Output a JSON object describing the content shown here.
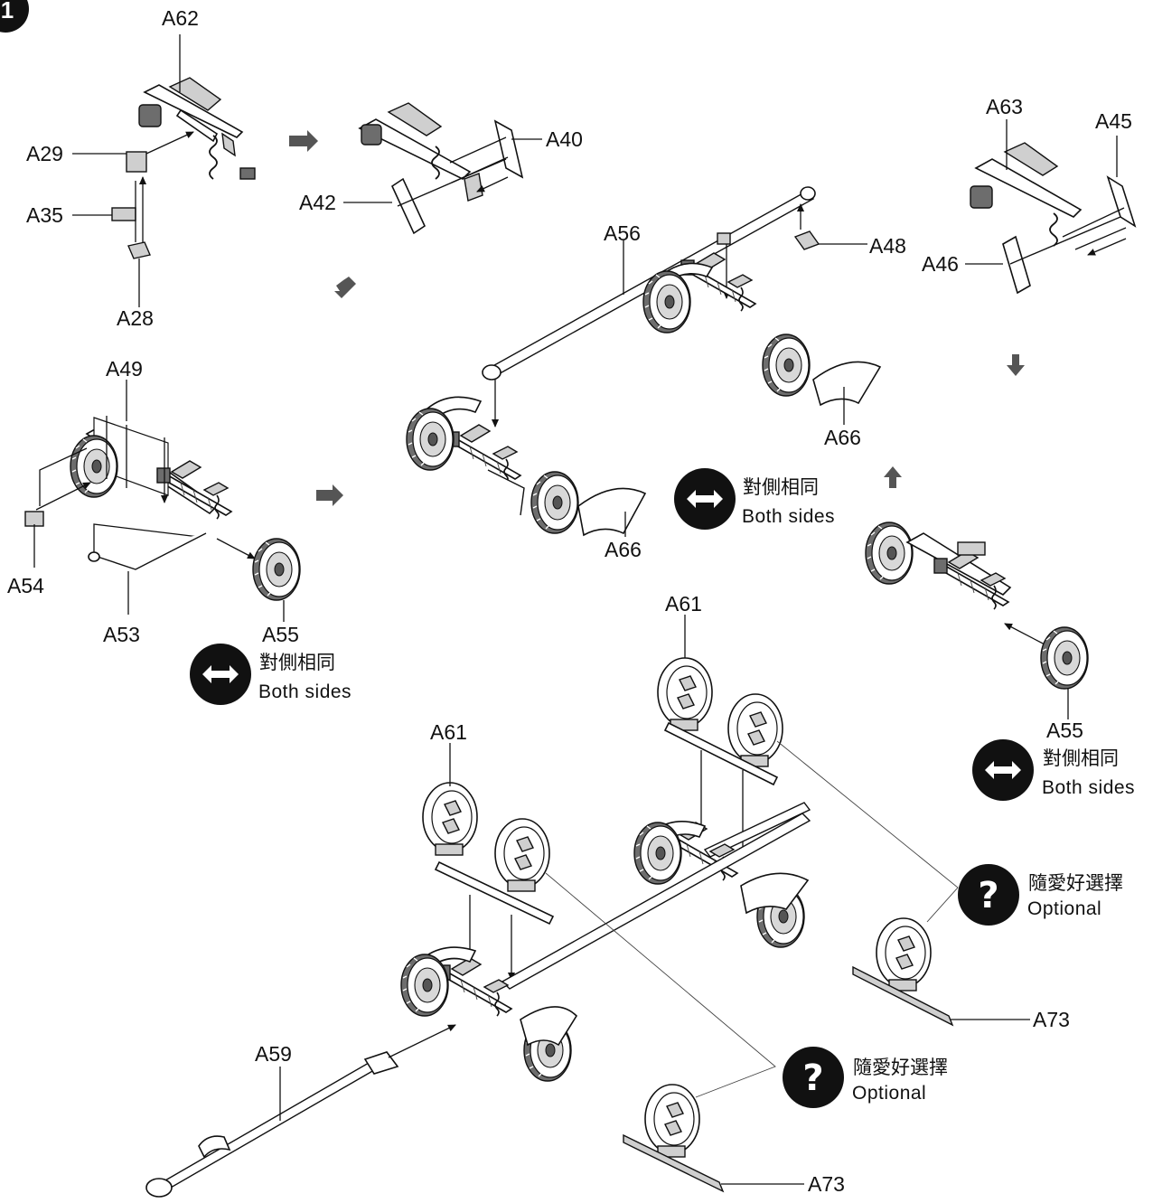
{
  "step": {
    "number": "1"
  },
  "part_labels": {
    "A62": "A62",
    "A29": "A29",
    "A35": "A35",
    "A28": "A28",
    "A40": "A40",
    "A42": "A42",
    "A63": "A63",
    "A45": "A45",
    "A46": "A46",
    "A56": "A56",
    "A48": "A48",
    "A49": "A49",
    "A54": "A54",
    "A53": "A53",
    "A55_left": "A55",
    "A55_right": "A55",
    "A66_left": "A66",
    "A66_right": "A66",
    "A61_top": "A61",
    "A61_bottom": "A61",
    "A73_right": "A73",
    "A73_bottom": "A73",
    "A59": "A59"
  },
  "notes": {
    "both_sides": {
      "zh": "對側相同",
      "en": "Both sides",
      "icon": "double-arrow-icon"
    },
    "optional": {
      "zh": "隨愛好選擇",
      "en": "Optional",
      "icon": "question-mark-icon"
    }
  },
  "colors": {
    "ink": "#111111",
    "shade": "#6d6d6d",
    "arrow_fill": "#555555",
    "background": "#ffffff"
  }
}
